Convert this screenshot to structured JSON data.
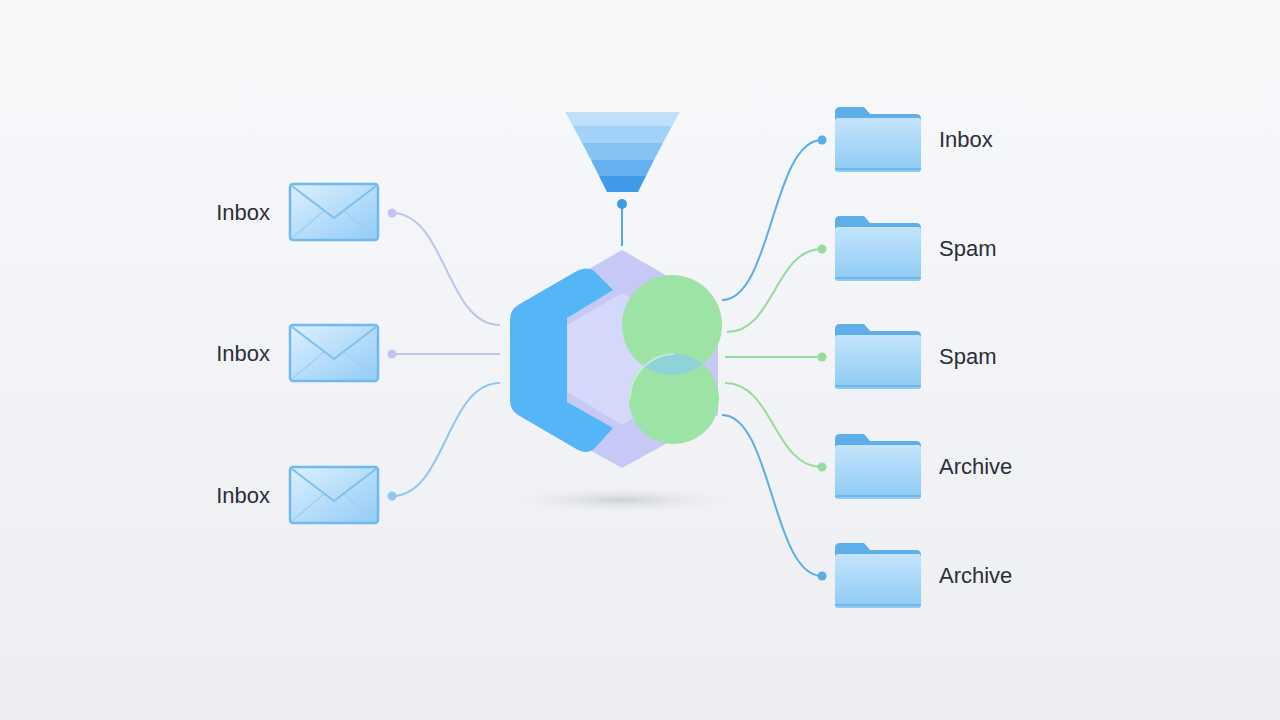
{
  "diagram": {
    "nodes": [
      {
        "text": [
          "Inbox"
        ]
      },
      {
        "text": [
          "Inbox"
        ]
      },
      {
        "text": [
          "Inbox"
        ]
      },
      {
        "text": [
          "Inbox"
        ]
      },
      {
        "text": [
          "Spam"
        ]
      },
      {
        "text": [
          "Spam"
        ]
      },
      {
        "text": [
          "Archive"
        ]
      },
      {
        "text": [
          "Archive"
        ]
      }
    ]
  }
}
